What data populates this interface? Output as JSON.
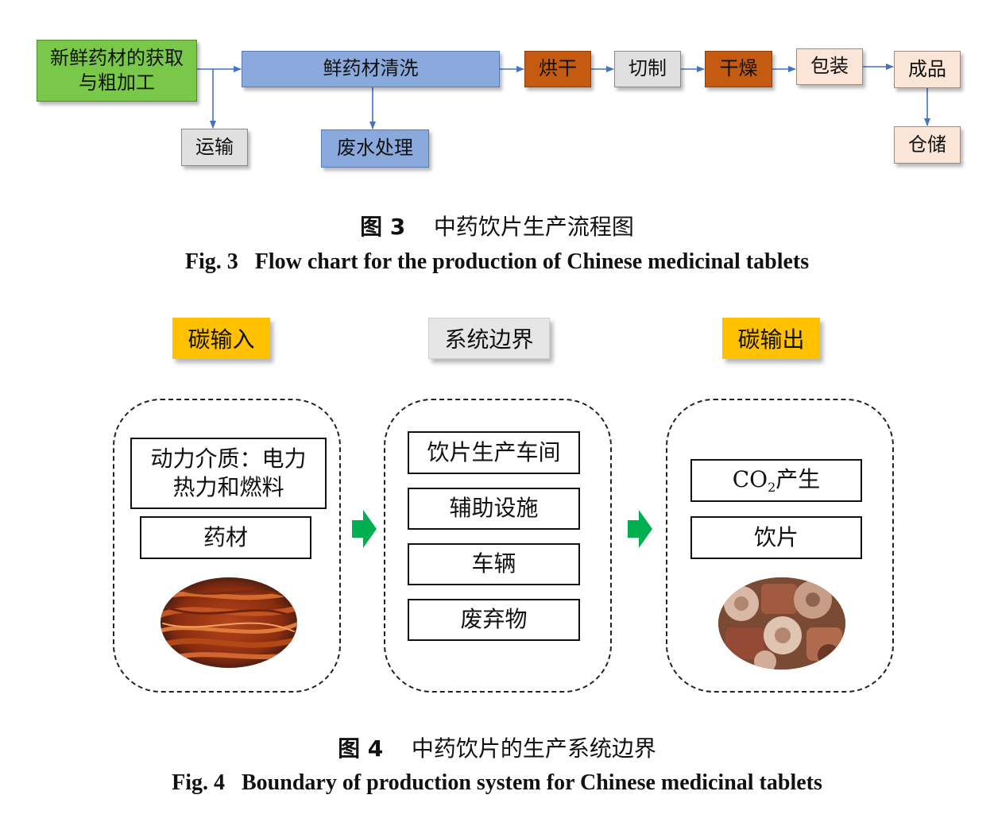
{
  "fig3": {
    "boxes": {
      "fresh_herb": "新鲜药材的获取与粗加工",
      "wash": "鲜药材清洗",
      "bake": "烘干",
      "cut": "切制",
      "dry": "干燥",
      "pack": "包装",
      "product": "成品",
      "transport": "运输",
      "wastewater": "废水处理",
      "storage": "仓储"
    },
    "caption_cn_num": "图 3",
    "caption_cn_text": "中药饮片生产流程图",
    "caption_en_num": "Fig. 3",
    "caption_en_text": "Flow chart for the production of Chinese medicinal tablets"
  },
  "fig4": {
    "labels": {
      "carbon_input": "碳输入",
      "system_boundary": "系统边界",
      "carbon_output": "碳输出"
    },
    "input_items": [
      "动力介质：电力热力和燃料",
      "药材"
    ],
    "system_items": [
      "饮片生产车间",
      "辅助设施",
      "车辆",
      "废弃物"
    ],
    "output_items": {
      "co2_main": "CO",
      "co2_sub": "2",
      "co2_rest": "产生",
      "tablets": "饮片"
    },
    "caption_cn_num": "图 4",
    "caption_cn_text": "中药饮片的生产系统边界",
    "caption_en_num": "Fig. 4",
    "caption_en_text": "Boundary of production system for Chinese medicinal tablets"
  },
  "colors": {
    "green": "#79c84a",
    "blue": "#8aa9dc",
    "orange": "#c55a11",
    "gray": "#e0e0e0",
    "peach": "#fbe5d6",
    "yellow": "#ffc000",
    "arrow_blue": "#4472c4",
    "arrow_green": "#00b050"
  }
}
